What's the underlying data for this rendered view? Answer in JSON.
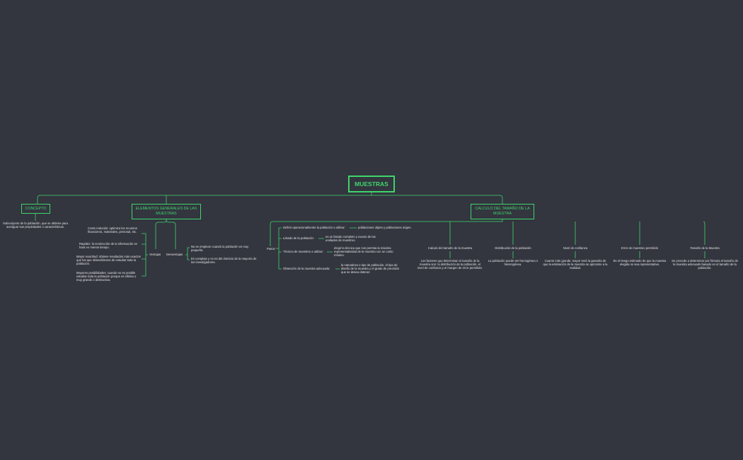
{
  "colors": {
    "background": "#33353f",
    "accent": "#3ed66b",
    "text": "#e3e3e3"
  },
  "root": "MUESTRAS",
  "concepto": {
    "title": "CONCEPTO",
    "desc": "Subconjunto de la población, que se obtiene para averiguar sus propiedades o características."
  },
  "elementos": {
    "title": "ELEMENTOS GENERALES DE LAS MUESTRAS",
    "ventajas_label": "Ventajas",
    "ventajas": [
      "Costo reducido: optimiza los recursos financieros, materiales, personal, etc.",
      "Rapidez: la recolección de la información se hará en menos tiempo.",
      "Mayor exactitud: obtiene resultados más exactos que los que obtendríamos de estudiar toda la población.",
      "Mayores posibilidades: cuando no es posible estudiar toda la población porque es infinita o muy grande o destructiva."
    ],
    "desventajas_label": "Desventajas",
    "desventajas": [
      "No se emplean cuando la población es muy pequeña.",
      "Es complejo y no es del dominio de la mayoría de los investigadores."
    ]
  },
  "pasos": {
    "label": "Pasos",
    "items": [
      {
        "label": "Definir operacionalmente la población a utilizar:",
        "detail": "poblaciones objeto y poblaciones origen."
      },
      {
        "label": "Listado de la población:",
        "detail": "es un listado completo y exacto de las unidades de muestreo."
      },
      {
        "label": "Técnica de muestreo a utilizar:",
        "detail": "elegir la técnica que nos permita la máxima representatividad de la muestra con un costo mínimo."
      },
      {
        "label": "Obtención de la muestra adecuada:",
        "detail": "la naturaleza o tipo de población, el tipo de diseño de la muestra y el grado de precisión que se desea obtener."
      }
    ]
  },
  "calculo": {
    "title": "CALCULO DEL TAMAÑO DE LA MUESTRA",
    "items": [
      {
        "label": "Calculo del tamaño de la muestra",
        "desc": "Los factores que determinan el tamaño de la muestra son: la distribución de la población, el nivel de confianza y el margen de error permitido."
      },
      {
        "label": "Distribución de la población",
        "desc": "La población puede ser homogénea o heterogénea."
      },
      {
        "label": "Nivel de confianza",
        "desc": "Cuanto más grande, mayor será la garantía de que la estimación de la muestra se aproxime a la realidad."
      },
      {
        "label": "Error de muestreo permitido",
        "desc": "Es el riesgo estimado de que la muestra elegida no sea representativa."
      },
      {
        "label": "Tamaño de la Muestra",
        "desc": "Se procede a determinar por fórmula el tamaño de la muestra adecuado basado en el tamaño de la población."
      }
    ]
  }
}
